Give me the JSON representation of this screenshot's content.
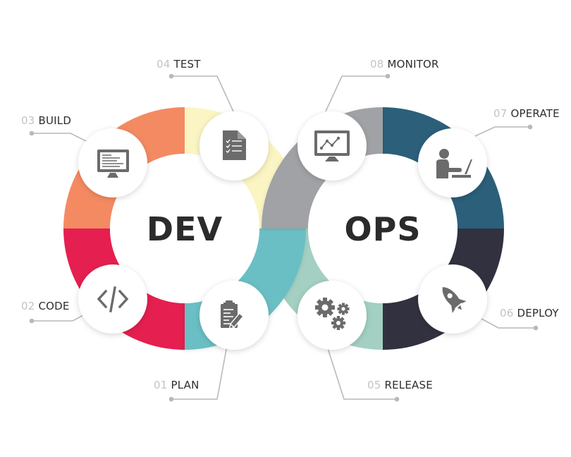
{
  "hubs": {
    "dev": {
      "label": "DEV"
    },
    "ops": {
      "label": "OPS"
    }
  },
  "colors": {
    "plan": "#6abfc4",
    "code": "#e51f4f",
    "build": "#f48a62",
    "test": "#fbf5c4",
    "release": "#a3d0c3",
    "deploy": "#31313f",
    "operate": "#2b5f7a",
    "monitor": "#a1a2a5",
    "icon": "#6b6b6b",
    "connector": "#b9b9b9",
    "number": "#c3c3c3",
    "text": "#2d2d2d"
  },
  "stages": [
    {
      "num": "01",
      "name": "PLAN",
      "icon": "clipboard-pencil-icon"
    },
    {
      "num": "02",
      "name": "CODE",
      "icon": "code-brackets-icon"
    },
    {
      "num": "03",
      "name": "BUILD",
      "icon": "monitor-document-icon"
    },
    {
      "num": "04",
      "name": "TEST",
      "icon": "checklist-document-icon"
    },
    {
      "num": "05",
      "name": "RELEASE",
      "icon": "gears-icon"
    },
    {
      "num": "06",
      "name": "DEPLOY",
      "icon": "rocket-icon"
    },
    {
      "num": "07",
      "name": "OPERATE",
      "icon": "person-laptop-icon"
    },
    {
      "num": "08",
      "name": "MONITOR",
      "icon": "monitor-chart-icon"
    }
  ]
}
